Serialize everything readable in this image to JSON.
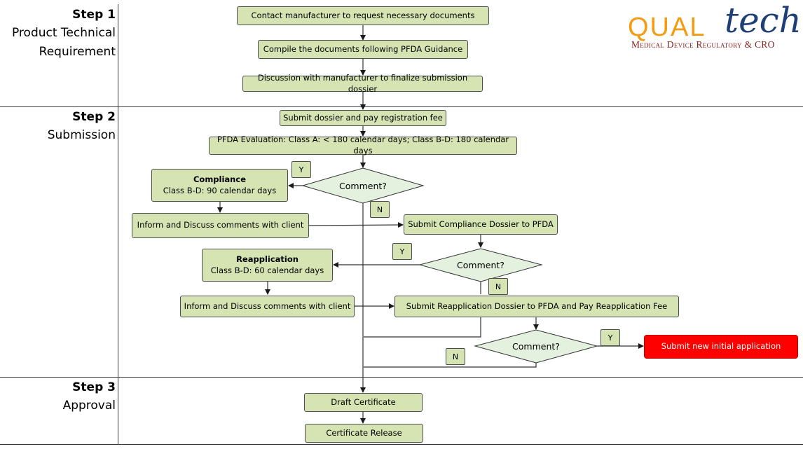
{
  "logo": {
    "brand_a": "QUAL",
    "brand_b": "tech",
    "tagline": "Medical Device Regulatory & CRO"
  },
  "steps": [
    {
      "number": "Step 1",
      "line1": "Product Technical",
      "line2": "Requirement"
    },
    {
      "number": "Step 2",
      "line1": "Submission"
    },
    {
      "number": "Step 3",
      "line1": "Approval"
    }
  ],
  "boxes": {
    "contact": "Contact manufacturer to request necessary documents",
    "compile": "Compile the documents following PFDA Guidance",
    "discuss": "Discussion with manufacturer to finalize submission dossier",
    "submit": "Submit dossier and pay registration fee",
    "evaluation": "PFDA Evaluation: Class A: < 180 calendar days; Class B-D: 180 calendar days",
    "compliance_title": "Compliance",
    "compliance_detail": "Class B-D: 90 calendar days",
    "inform1": "Inform and Discuss comments with client",
    "submit_compliance": "Submit Compliance Dossier to PFDA",
    "reapp_title": "Reapplication",
    "reapp_detail": "Class B-D: 60 calendar days",
    "inform2": "Inform and Discuss comments with client",
    "submit_reapp": "Submit Reapplication Dossier to PFDA and Pay Reapplication Fee",
    "new_app": "Submit new initial application",
    "draft": "Draft Certificate",
    "release": "Certificate Release"
  },
  "decisions": {
    "d1": "Comment?",
    "d2": "Comment?",
    "d3": "Comment?"
  },
  "tags": {
    "y1": "Y",
    "n1": "N",
    "y2": "Y",
    "n2": "N",
    "y3": "Y",
    "n3": "N"
  },
  "colors": {
    "box_fill": "#d6e4b3",
    "decision_fill": "#e4f1de",
    "alert": "#ff0000",
    "line": "#3a3a3a"
  }
}
